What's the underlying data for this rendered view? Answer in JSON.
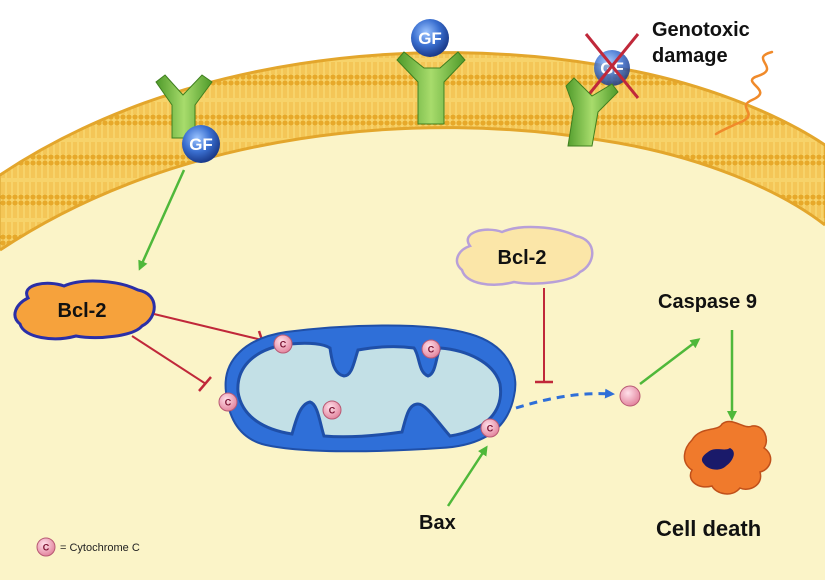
{
  "diagram": {
    "labels": {
      "gf": "GF",
      "bcl2": "Bcl-2",
      "caspase": "Caspase 9",
      "cell_death": "Cell death",
      "bax": "Bax",
      "genotoxic_line1": "Genotoxic",
      "genotoxic_line2": "damage",
      "cyto_symbol": "C",
      "legend_text": "= Cytochrome C"
    },
    "colors": {
      "cytoplasm": "#fbf4c8",
      "membrane": "#f2c24a",
      "receptor": "#7cc044",
      "gf_ball": "#3a6fd0",
      "bcl2_active": "#f6a23c",
      "bcl2_inactive": "#fbe6a8",
      "mitochondrion": "#3b7fd9",
      "inhibition": "#c0283a",
      "activation": "#4fb83a",
      "cytochrome": "#f2a6b8",
      "dead_cell": "#f07a2c"
    }
  }
}
